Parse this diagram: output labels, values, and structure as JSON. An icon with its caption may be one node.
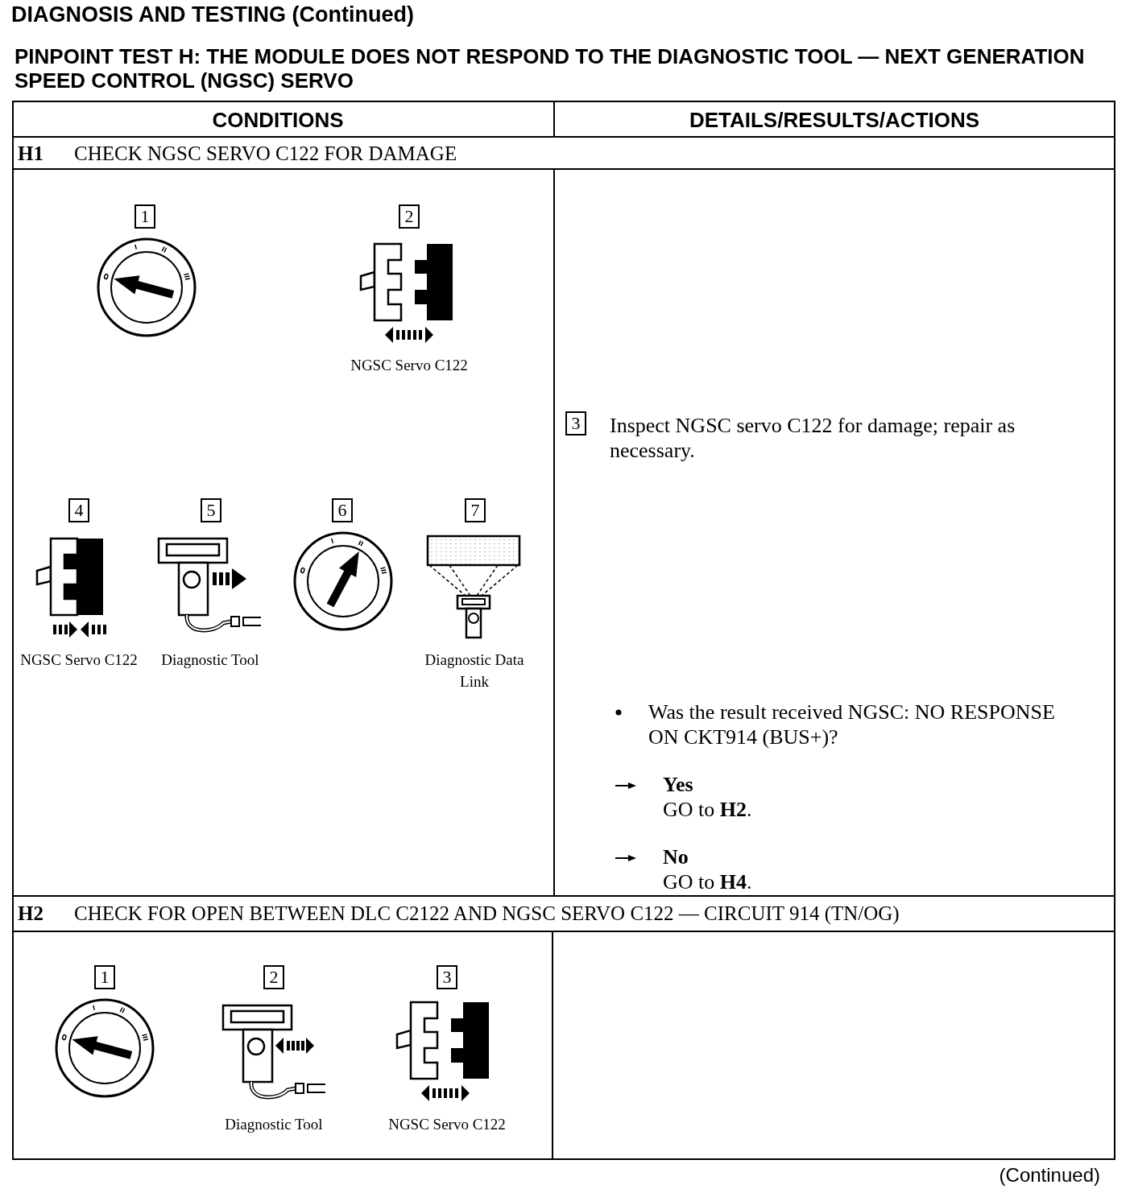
{
  "diagram": {
    "title": "DIAGNOSIS AND TESTING (Continued)",
    "labels": [
      "PINPOINT TEST H: THE MODULE DOES NOT RESPOND TO THE DIAGNOSTIC TOOL — NEXT GENERATION SPEED CONTROL (NGSC) SERVO",
      "CONDITIONS",
      "DETAILS/RESULTS/ACTIONS",
      "H1",
      "CHECK NGSC SERVO C122 FOR DAMAGE",
      "1",
      "2",
      "NGSC Servo C122",
      "3",
      "Inspect NGSC servo C122 for damage; repair as necessary.",
      "4",
      "5",
      "6",
      "7",
      "NGSC Servo C122",
      "Diagnostic Tool",
      "Diagnostic Data Link",
      "Was the result received NGSC: NO RESPONSE ON CKT914 (BUS+)?",
      "Yes",
      "GO to **H2**.",
      "No",
      "GO to **H4**.",
      "H2",
      "CHECK FOR OPEN BETWEEN DLC C2122 AND NGSC SERVO C122 — CIRCUIT 914 (TN/OG)",
      "1",
      "2",
      "3",
      "Diagnostic Tool",
      "NGSC Servo C122",
      "(Continued)"
    ]
  }
}
